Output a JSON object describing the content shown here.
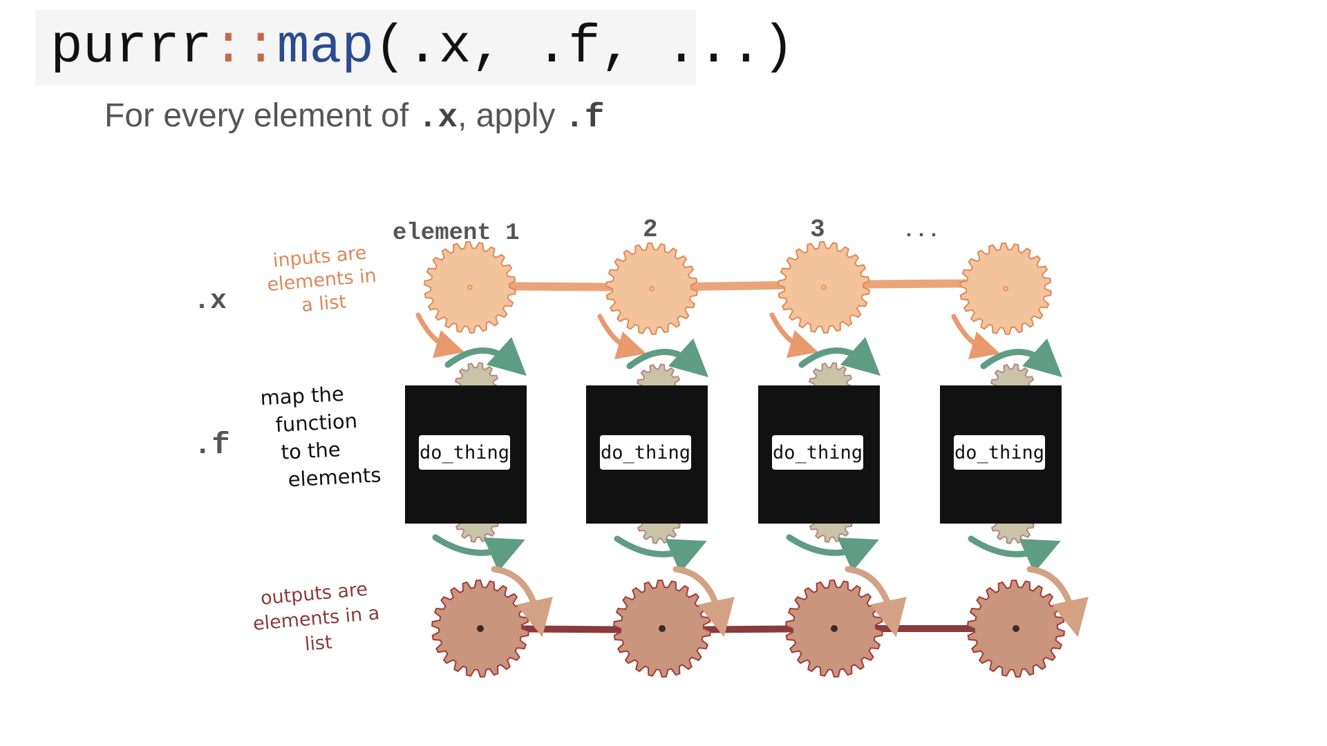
{
  "header": {
    "pkg": "purrr",
    "sep": "::",
    "fn": "map",
    "args": "(.x, .f, ...)"
  },
  "caption": {
    "lead": "For every element of ",
    "x": ".x",
    "mid": ", apply ",
    "f": ".f"
  },
  "diagram": {
    "row_labels": {
      "x": ".x",
      "f": ".f"
    },
    "column_labels": [
      "element 1",
      "2",
      "3",
      "..."
    ],
    "notes": {
      "inputs": [
        "inputs are",
        "elements in",
        "a list"
      ],
      "map": [
        "map the",
        "function",
        "to the",
        "elements"
      ],
      "outputs": [
        "outputs are",
        "elements in a",
        "list"
      ]
    },
    "function_label": "do_thing",
    "colors": {
      "input_gear": "#f3c49b",
      "input_gear_stroke": "#e08a5a",
      "input_line": "#e9a579",
      "output_gear": "#c9957c",
      "output_gear_stroke": "#a23a3a",
      "output_line": "#8a3b3b",
      "arrow_green": "#5f9c84",
      "arrow_orange": "#e8996d",
      "arrow_tan": "#d3a184",
      "small_gear": "#c9c3a8",
      "box": "#111111",
      "note_inputs": "#d9885b",
      "note_outputs": "#8c3a3a"
    }
  }
}
